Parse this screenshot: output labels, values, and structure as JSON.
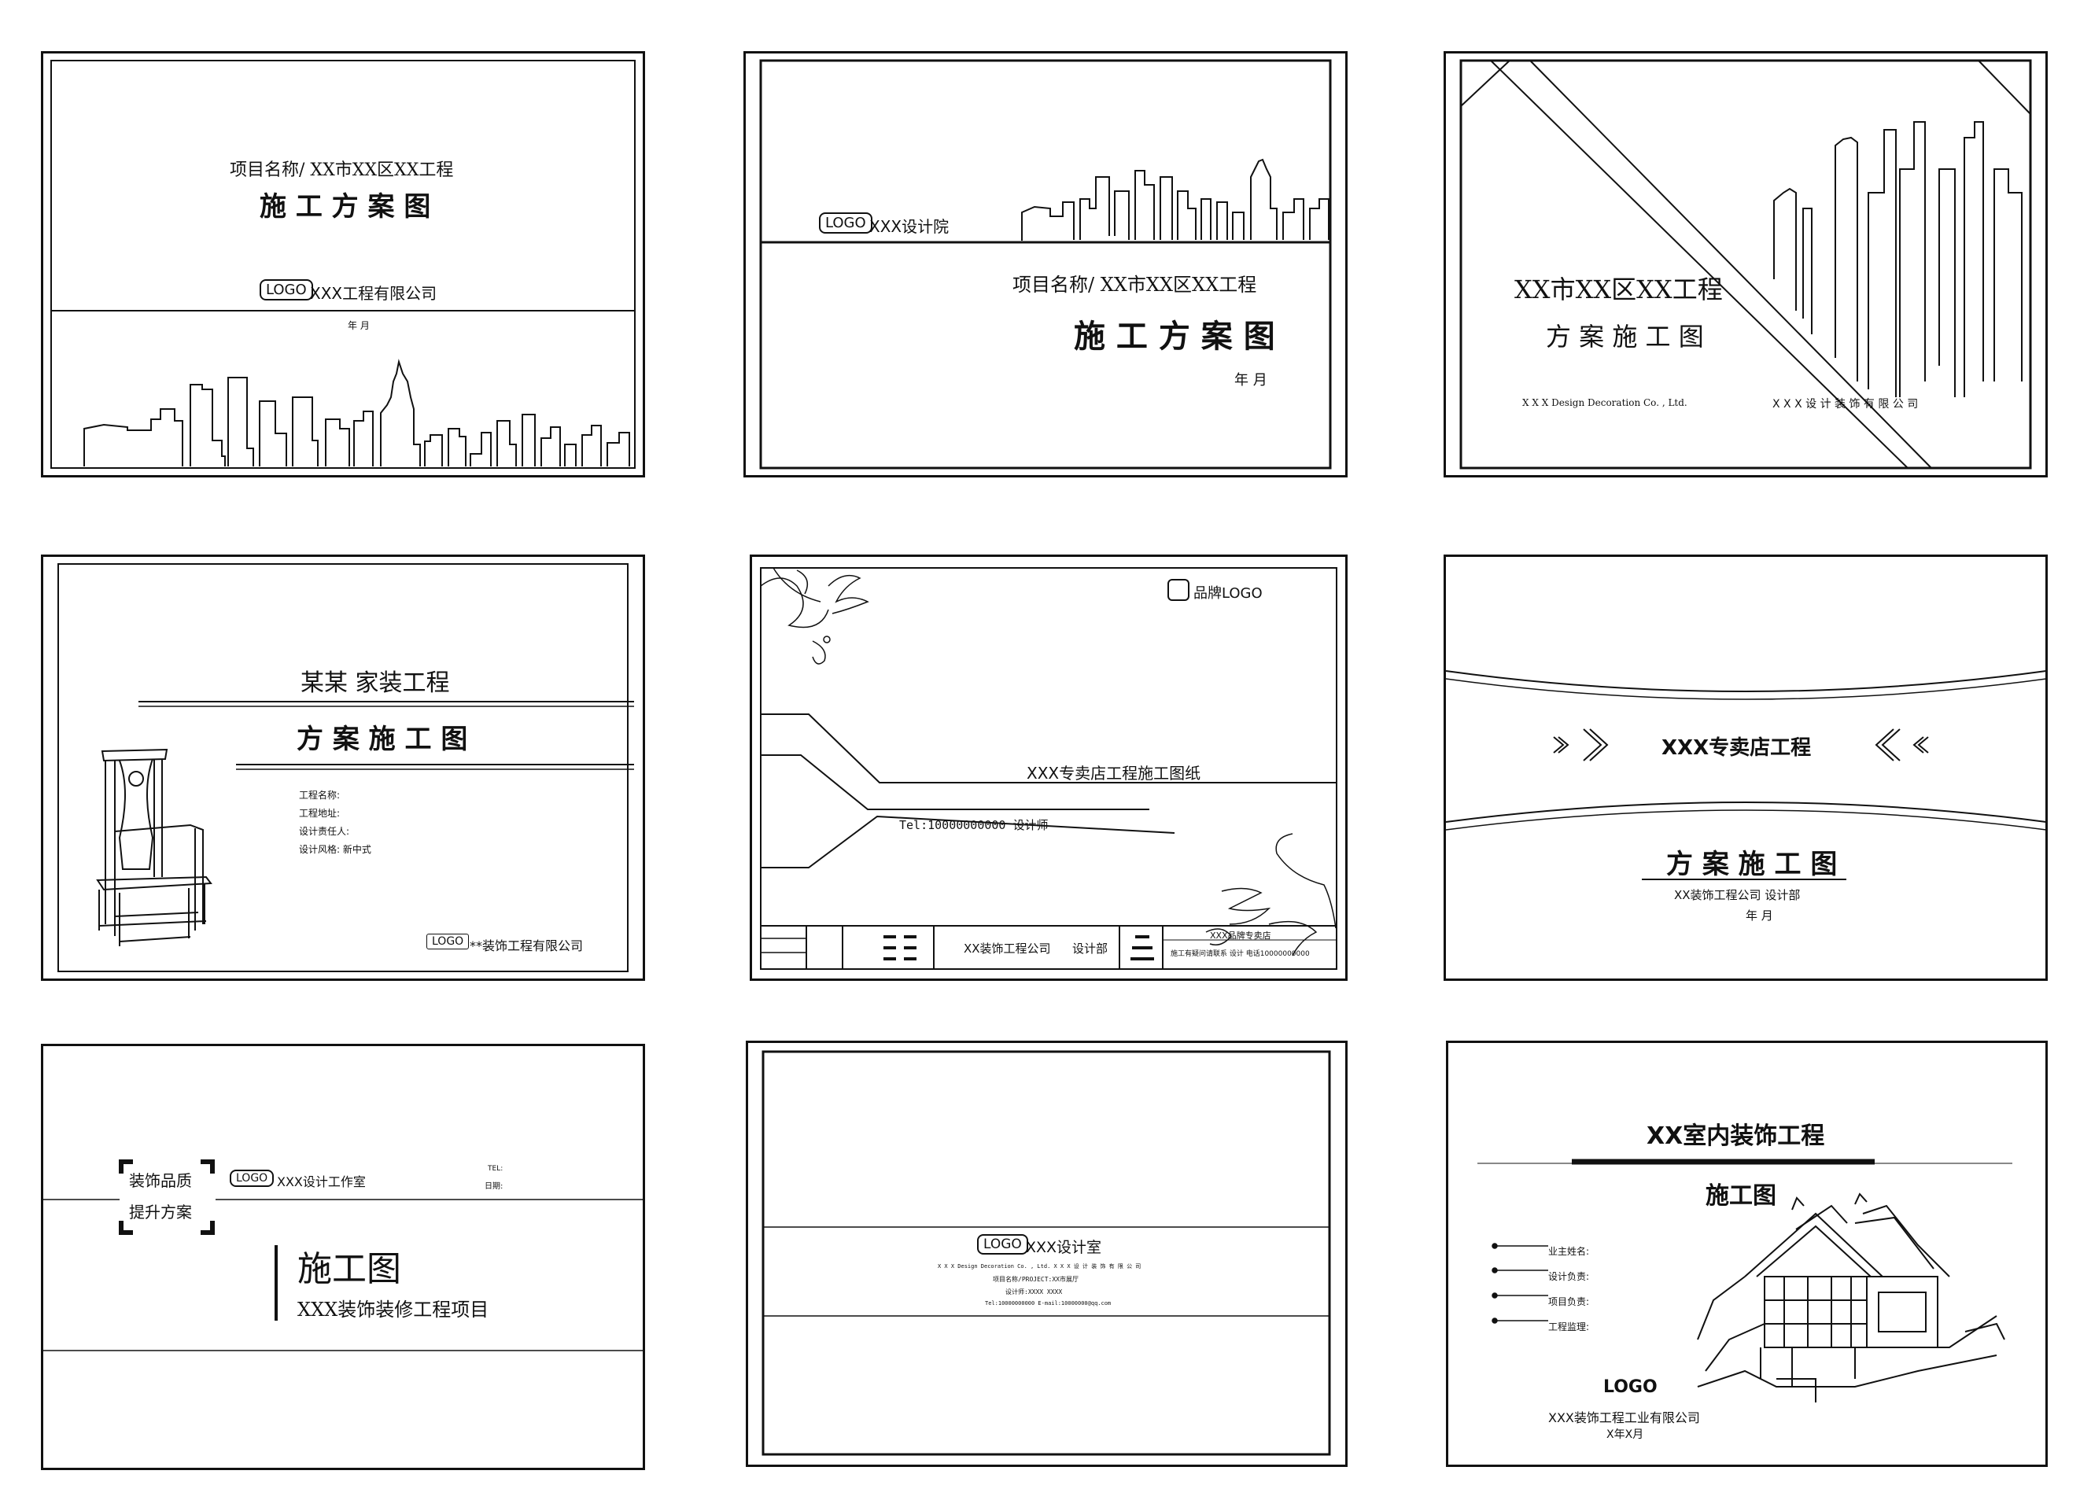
{
  "cards": [
    {
      "project_line": "项目名称/ XX市XX区XX工程",
      "title": "施 工 方 案 图",
      "logo": "LOGO",
      "company": "XXX工程有限公司",
      "date": "年    月"
    },
    {
      "logo": "LOGO",
      "studio": "XXX设计院",
      "project_line": "项目名称/ XX市XX区XX工程",
      "title": "施 工 方 案 图",
      "date": "年    月"
    },
    {
      "title_line1": "XX市XX区XX工程",
      "title_line2": "方 案 施 工 图",
      "company_en": "X X X  Design Decoration Co. , Ltd.",
      "company_cn": "X X X 设 计 装 饰 有 限 公 司"
    },
    {
      "project": "某某  家装工程",
      "title": "方 案 施 工 图",
      "fields": [
        "工程名称:",
        "工程地址:",
        "设计责任人:",
        "设计风格:  新中式"
      ],
      "logo": "LOGO",
      "company": "**装饰工程有限公司"
    },
    {
      "brand_logo": "品牌LOGO",
      "title": "XXX专卖店工程施工图纸",
      "tel": "Tel:10000000000  设计师",
      "footer_company": "XX装饰工程公司",
      "footer_dept": "设计部",
      "footer_brand": "XXX品牌专卖店",
      "footer_info": "施工有疑问请联系  设计  电话10000000000"
    },
    {
      "title": "XXX专卖店工程",
      "chevrons_left": "»  ›",
      "chevrons_right": "‹  «",
      "subtitle": "方 案 施 工 图",
      "company_line": "XX装饰工程公司      设计部",
      "date": "年    月"
    },
    {
      "badge_line1": "装饰品质",
      "badge_line2": "提升方案",
      "logo": "LOGO",
      "studio": "XXX设计工作室",
      "tel": "TEL:",
      "date_label": "日期:",
      "title": "施工图",
      "subtitle": "XXX装饰装修工程项目"
    },
    {
      "logo": "LOGO",
      "studio": "XXX设计室",
      "line1": "X X X Design Decoration Co. , Ltd.        X X X 设 计 装 饰 有 限 公 司",
      "line2": "项目名称/PROJECT:XX市展厅",
      "line3": "设计师:XXXX   XXXX",
      "line4": "Tel:10000000000   E-mail:10000000@qq.com"
    },
    {
      "title": "XX室内装饰工程",
      "subtitle": "施工图",
      "fields": [
        "业主姓名:",
        "设计负责:",
        "项目负责:",
        "工程监理:"
      ],
      "logo": "LOGO",
      "company": "XXX装饰工程工业有限公司",
      "date": "X年X月"
    }
  ]
}
